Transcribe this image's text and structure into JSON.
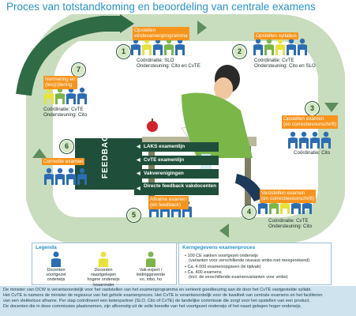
{
  "title": "Proces van totstandkoming en beoordeling van centrale examens",
  "feedback_label": "FEEDBACK",
  "steps": [
    {
      "number": "1",
      "tag_lines": [
        "Opstellen",
        "eindexamenprogramma"
      ],
      "info_lines": [
        "Coördinatie: SLO",
        "Ondersteuning: Cito en CvTE"
      ]
    },
    {
      "number": "2",
      "tag_lines": [
        "Opstellen syllabus"
      ],
      "info_lines": [
        "Coördinatie: CvTE",
        "Ondersteuning: Cito en SLO"
      ]
    },
    {
      "number": "3",
      "tag_lines": [
        "Opstellen examen",
        "(en correctievoorschrift)"
      ],
      "info_lines": [
        "Coördinatie: Cito"
      ]
    },
    {
      "number": "4",
      "tag_lines": [
        "Vaststellen examen",
        "(en correctievoorschrift)"
      ],
      "info_lines": [
        "Coördinatie: CvTE",
        "Ondersteuning: Cito"
      ]
    },
    {
      "number": "5",
      "tag_lines": [
        "Afname examen",
        "(en feedback)"
      ],
      "info_lines": []
    },
    {
      "number": "6",
      "tag_lines": [
        "Correctie examen"
      ],
      "info_lines": []
    },
    {
      "number": "7",
      "tag_lines": [
        "Normering en",
        "(les)(i)fering"
      ],
      "info_lines": [
        "Coördinatie: CvTE",
        "Ondersteuning: Cito"
      ]
    }
  ],
  "feedback_items": [
    "LAKS examenlijn",
    "CvTE examenlijn",
    "Vakverenigingen",
    "Directe feedback vakdocenten"
  ],
  "legend": {
    "heading": "Legenda",
    "items": [
      {
        "color": "#2b6cb5",
        "lines": [
          "Docenten",
          "voortgezet",
          "onderwijs"
        ]
      },
      {
        "color": "#e7e33a",
        "lines": [
          "Docenten naastgelegen",
          "hogere onderwijs",
          "(waaronder vakdidactici)"
        ]
      },
      {
        "color": "#7ab648",
        "lines": [
          "Vak-expert /",
          "leidinggevende",
          "vo, mbo, ho"
        ]
      }
    ]
  },
  "kerngegevens": {
    "heading": "Kerngegevens examenproces",
    "items": [
      {
        "lines": [
          "100 CE vakken voortgezet onderwijs",
          "(varianten voor verschillende niveaus vmbo niet meegerekend)"
        ]
      },
      {
        "lines": [
          "Ca. 4.000 examenopgaven (te tijdvak)"
        ]
      },
      {
        "lines": [
          "Ca. 400 examens",
          "(incl. de verschillende examenvarianten voor vmbo)"
        ]
      }
    ]
  },
  "bottom_text": [
    "De minister van OCW is verantwoordelijk voor het vaststellen van het examenprogramma en verleent goedkeuring aan de door het CvTE vastgestelde syllabi.",
    "Het CvTE is namens de minister de regisseur van het gehele examenproces. Het CvTE is verantwoordelijk voor de kwaliteit van centrale examens en het faciliteren",
    "van een vlekkeloze afname. Per stap coördineert een ketenpartner (SLO, Cito of CvTE) de landelijke commissie die zorgt voor het opstellen van een product.",
    "De docenten die in deze commissies plaatsnemen, zijn afkomstig uit de volle breedte van het voortgezet onderwijs of het naast gelegen hoger onderwijs."
  ],
  "colors": {
    "accent": "#2a93c8",
    "loop": "#c8ddbd",
    "dark_green": "#1f4f3a",
    "orange": "#f7941d",
    "blue": "#2b6cb5"
  }
}
